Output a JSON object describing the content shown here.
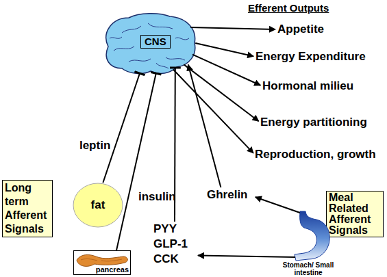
{
  "diagram": {
    "nodes": [
      {
        "text": [
          "CNS"
        ]
      },
      {
        "text": [
          "Appetite"
        ]
      },
      {
        "text": [
          "Energy Expenditure"
        ]
      },
      {
        "text": [
          "Hormonal milieu"
        ]
      },
      {
        "text": [
          "Energy partitioning"
        ]
      },
      {
        "text": [
          "Reproduction, growth"
        ]
      },
      {
        "text": [
          "Ghrelin"
        ]
      },
      {
        "text": [
          "Long term Afferent Signals"
        ]
      },
      {
        "text": [
          "fat"
        ]
      },
      {
        "text": [
          "Meal Related Afferent Signals"
        ]
      },
      {
        "text": [
          "PYY GLP-1 CCK"
        ]
      },
      {
        "text": [
          "Stomach/ Small intestine"
        ]
      },
      {
        "text": [
          "pancreas"
        ]
      }
    ],
    "edges": [
      {
        "from": 0,
        "to": 1,
        "arrow": "to"
      },
      {
        "from": 0,
        "to": 2,
        "arrow": "to"
      },
      {
        "from": 0,
        "to": 3,
        "arrow": "to"
      },
      {
        "from": 0,
        "to": 4,
        "arrow": "to"
      },
      {
        "from": 0,
        "to": 5,
        "arrow": "to"
      },
      {
        "from": 8,
        "to": 0,
        "label": "leptin",
        "arrow": "to"
      },
      {
        "from": 12,
        "to": 0,
        "label": "insulin",
        "arrow": "to"
      },
      {
        "from": 10,
        "to": 0,
        "arrow": "to"
      },
      {
        "from": 6,
        "to": 0,
        "arrow": "to"
      },
      {
        "from": 11,
        "to": 6,
        "arrow": "to"
      },
      {
        "from": 11,
        "to": 10,
        "arrow": "to"
      }
    ],
    "labels": [
      "Efferent Outputs"
    ]
  }
}
